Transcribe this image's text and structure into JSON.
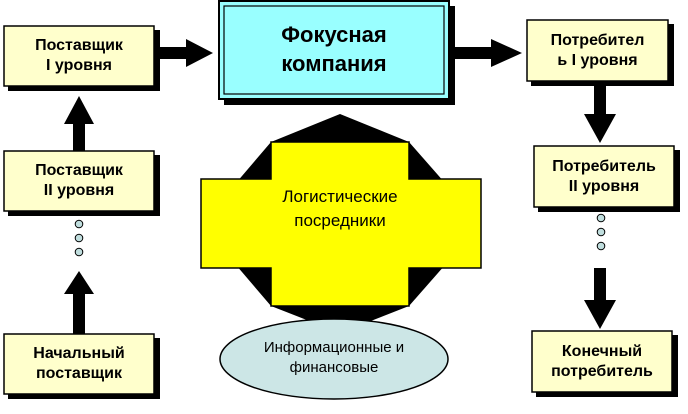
{
  "diagram": {
    "supplier1": "Поставщик\nI уровня",
    "supplier2": "Поставщик\nII уровня",
    "initial_supplier": "Начальный\nпоставщик",
    "focus_company": "Фокусная\nкомпания",
    "consumer1": "Потребител\nь I уровня",
    "consumer2": "Потребитель\nII уровня",
    "final_consumer": "Конечный\nпотребитель",
    "intermediaries": "Логистические\nпосредники",
    "flows": "Информационные и\nфинансовые"
  },
  "colors": {
    "box_fill": "#ffffcc",
    "focus_fill": "#99ffff",
    "cross_fill": "#ffff00",
    "ellipse_fill": "#cce6e6",
    "stroke": "#000000",
    "dot_fill": "#c0dede"
  }
}
